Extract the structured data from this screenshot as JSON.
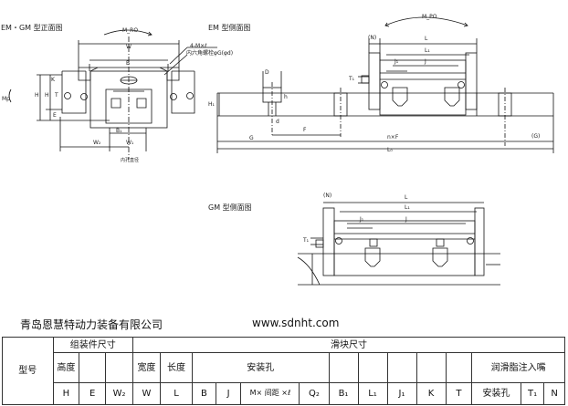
{
  "views": {
    "front_title": "EM・GM 型正面图",
    "side_title_top": "EM 型侧面图",
    "side_title_bottom": "GM 型侧面图"
  },
  "front_labels": {
    "MRo": "M_RO",
    "W": "W",
    "B": "B",
    "mounting_holes": "4-M×ℓ",
    "grease_nipple": "内六角螺栓φG(φd)",
    "H": "H",
    "H1": "H",
    "K": "K",
    "T": "T",
    "E": "E",
    "W2": "W₂",
    "W1": "W₁",
    "B1": "B₁",
    "Mp": "Mp",
    "rail_note": "内孔直径"
  },
  "side_labels_top": {
    "MPO": "M_PO",
    "N": "(N)",
    "L": "L",
    "L1": "L₁",
    "J": "J",
    "J1": "J₁",
    "T1": "T₁",
    "D": "D",
    "h": "h",
    "d": "d",
    "H1": "H₁",
    "F": "F",
    "G": "G",
    "nF": "n×F",
    "G_paren": "(G)",
    "L0": "L₀"
  },
  "side_labels_bottom": {
    "N": "(N)",
    "L": "L",
    "L1": "L₁",
    "J": "J",
    "J1": "J₁",
    "T1": "T₁"
  },
  "company": "青岛恩慧特动力装备有限公司",
  "website": "www.sdnht.com",
  "table": {
    "model": "型号",
    "assembly_dims": "组装件尺寸",
    "block_dims": "滑块尺寸",
    "height": "高度",
    "width": "宽度",
    "length": "长度",
    "mounting_hole": "安装孔",
    "grease_nipple": "润滑脂注入嘴",
    "col_H": "H",
    "col_E": "E",
    "col_W2": "W₂",
    "col_W": "W",
    "col_L": "L",
    "col_B": "B",
    "col_J": "J",
    "col_Mxl": "M× 间距 ×ℓ",
    "col_Q2": "Q₂",
    "col_B1": "B₁",
    "col_L1": "L₁",
    "col_J1": "J₁",
    "col_K": "K",
    "col_T": "T",
    "col_install_hole": "安装孔",
    "col_T1": "T₁",
    "col_N": "N"
  }
}
